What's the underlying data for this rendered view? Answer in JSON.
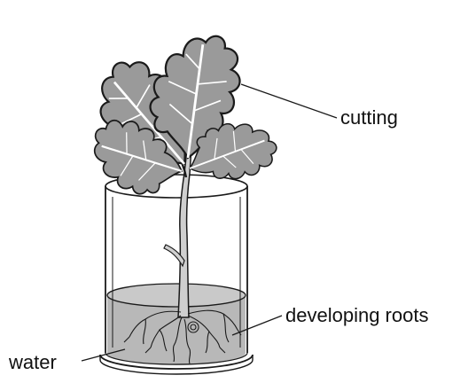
{
  "labels": {
    "cutting": "cutting",
    "developing_roots": "developing roots",
    "water": "water"
  },
  "colors": {
    "leaf_fill": "#9a9a9a",
    "leaf_vein": "#ffffff",
    "outline": "#1a1a1a",
    "water": "#b8b8b8",
    "stem": "#cfcfcf",
    "glass": "#ffffff"
  }
}
